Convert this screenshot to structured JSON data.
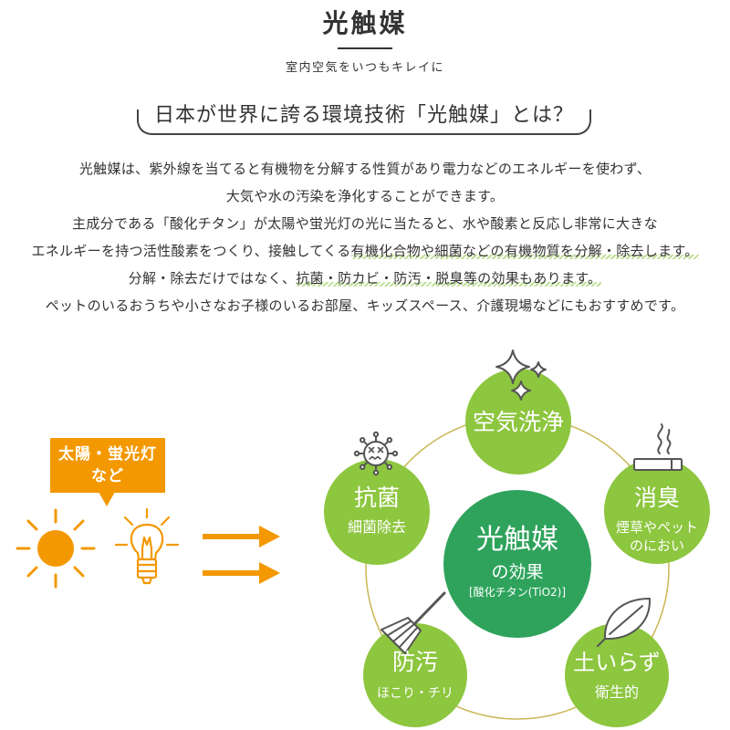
{
  "header": {
    "title": "光触媒",
    "subtitle": "室内空気をいつもキレイに"
  },
  "intro": {
    "heading": "日本が世界に誇る環境技術「光触媒」とは？",
    "lines": [
      {
        "text": "光触媒は、紫外線を当てると有機物を分解する性質があり電力などのエネルギーを使わず、"
      },
      {
        "text": "大気や水の汚染を浄化することができます。"
      },
      {
        "text": "主成分である「酸化チタン」が太陽や蛍光灯の光に当たると、水や酸素と反応し非常に大きな"
      },
      {
        "text": "エネルギーを持つ活性酸素をつくり、接触してくる",
        "highlight": "有機化合物や細菌などの有機物質を分解・除去します。"
      },
      {
        "text": "分解・除去だけではなく、",
        "highlight": "抗菌・防カビ・防汚・脱臭等の効果もあります。"
      },
      {
        "text": "ペットのいるおうちや小さなお子様のいるお部屋、キッズスペース、介護現場などにもおすすめです。"
      }
    ]
  },
  "light_source": {
    "label": [
      "太陽・蛍光灯",
      "など"
    ],
    "icons": [
      "sun-icon",
      "light-bulb-icon"
    ],
    "arrow_icon": "arrow-right-icon"
  },
  "effects": {
    "center": {
      "title": "光触媒",
      "subtitle": "の効果",
      "note": "[酸化チタン(TiO2)]"
    },
    "items": [
      {
        "title": "空気洗浄",
        "icon": "sparkle-icon"
      },
      {
        "title": "消臭",
        "desc": [
          "煙草やペット",
          "のにおい"
        ],
        "icon": "cigarette-icon"
      },
      {
        "title": "土いらず",
        "desc": [
          "衛生的"
        ],
        "icon": "leaf-icon"
      },
      {
        "title": "防汚",
        "desc": [
          "ほこり・チリ"
        ],
        "icon": "broom-icon"
      },
      {
        "title": "抗菌",
        "desc": [
          "細菌除去"
        ],
        "icon": "germ-icon"
      }
    ]
  },
  "colors": {
    "text": "#333333",
    "orange": "#f39800",
    "center_green": "#2fa35c",
    "item_green": "#8dc63f",
    "ring": "#c9b654",
    "highlight": "#bfe096",
    "icon_stroke": "#555555"
  }
}
